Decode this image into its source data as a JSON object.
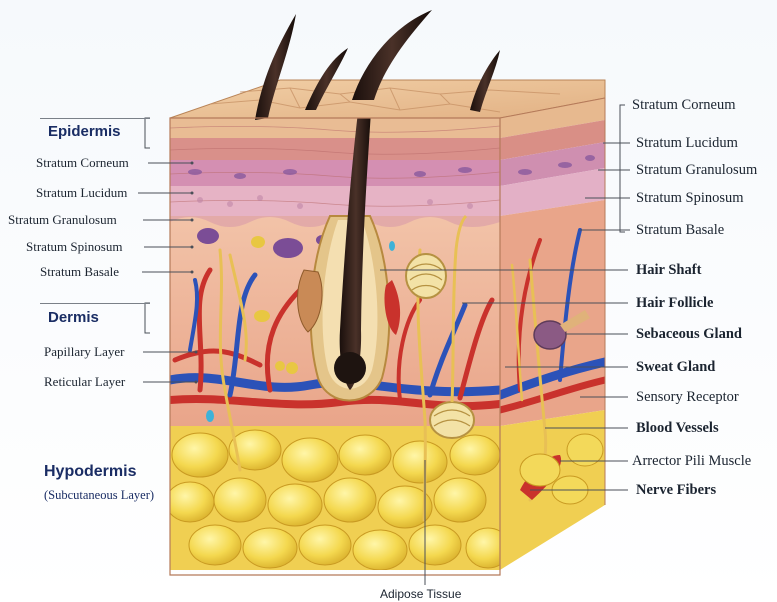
{
  "left_labels": {
    "epidermis": "Epidermis",
    "stratum_corneum": "Stratum Corneum",
    "stratum_lucidum": "Stratum Lucidum",
    "stratum_granulosum": "Stratum Granulosum",
    "stratum_spinosum": "Stratum Spinosum",
    "stratum_basale": "Stratum Basale",
    "dermis": "Dermis",
    "papillary_layer": "Papillary Layer",
    "reticular_layer": "Reticular Layer",
    "hypodermis": "Hypodermis",
    "hypodermis_sub": "(Subcutaneous Layer)"
  },
  "right_labels": {
    "stratum_corneum": "Stratum Corneum",
    "stratum_lucidum": "Stratum Lucidum",
    "stratum_granulosum": "Stratum Granulosum",
    "stratum_spinosum": "Stratum Spinosum",
    "stratum_basale": "Stratum Basale",
    "hair_shaft": "Hair Shaft",
    "hair_follicle": "Hair Follicle",
    "sebaceous_gland": "Sebaceous Gland",
    "sweat_gland": "Sweat Gland",
    "sensory_receptor": "Sensory Receptor",
    "blood_vessels": "Blood Vessels",
    "arrector_pili_muscle": "Arrector Pili Muscle",
    "nerve_fibers": "Nerve Fibers"
  },
  "bottom_label": "Adipose Tissue",
  "colors": {
    "corneum": "#e7b98f",
    "lucidum": "#d98f86",
    "granulosum": "#cf8fb0",
    "spinosum": "#e3b0c6",
    "dermis": "#efb49a",
    "fat": "#f3d95a",
    "artery": "#c9322c",
    "vein": "#2c52b8",
    "nerve": "#e8c055",
    "hair": "#2a1c17"
  },
  "icons": [
    "hair-icon",
    "sebaceous-gland-icon",
    "sweat-gland-icon",
    "sensory-receptor-icon",
    "arrector-pili-icon"
  ]
}
